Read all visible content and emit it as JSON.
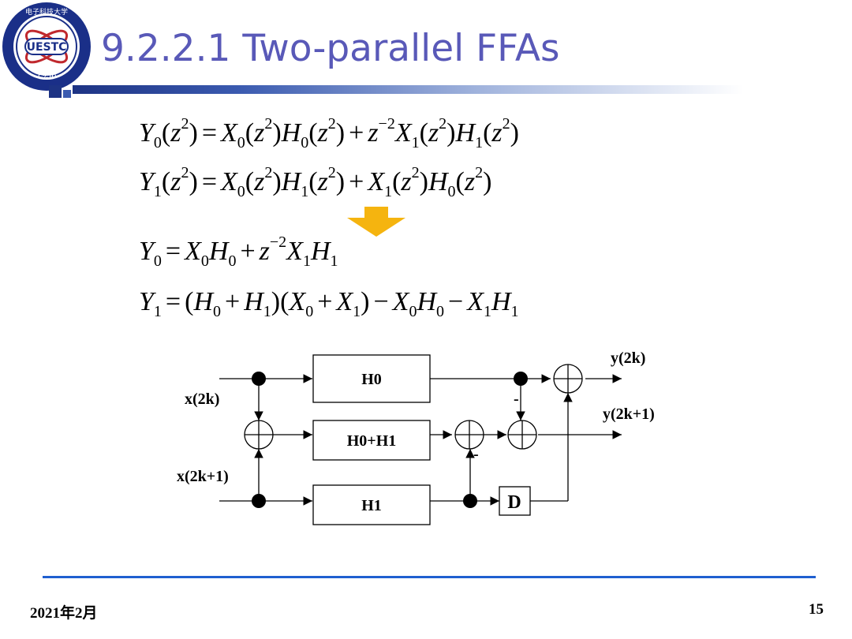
{
  "slide": {
    "title": "9.2.2.1 Two-parallel FFAs",
    "logo": {
      "badge_text": "UESTC",
      "year": "1956",
      "seal_text": "电子科技大学"
    },
    "footer": {
      "date": "2021年2月",
      "page": "15"
    }
  },
  "equations": {
    "eq1": {
      "y": "Y",
      "y_sub": "0",
      "arg": "(z",
      "arg_sup": "2",
      "rhs_a": "X",
      "rhs_a_sub": "0",
      "h_a": "H",
      "h_a_sub": "0",
      "z_neg": "z",
      "z_neg_sup": "−2",
      "rhs_b": "X",
      "rhs_b_sub": "1",
      "h_b": "H",
      "h_b_sub": "1"
    },
    "eq2": {
      "y": "Y",
      "y_sub": "1",
      "rhs_a": "X",
      "rhs_a_sub": "0",
      "h_a": "H",
      "h_a_sub": "1",
      "rhs_b": "X",
      "rhs_b_sub": "1",
      "h_b": "H",
      "h_b_sub": "0"
    },
    "eq3": {
      "y": "Y",
      "y_sub": "0"
    },
    "eq4": {
      "y": "Y",
      "y_sub": "1"
    }
  },
  "diagram": {
    "blocks": {
      "h0": "H0",
      "h0h1": "H0+H1",
      "h1": "H1",
      "delay": "D"
    },
    "inputs": {
      "even": "x(2k)",
      "odd": "x(2k+1)"
    },
    "outputs": {
      "even": "y(2k)",
      "odd": "y(2k+1)"
    },
    "minus_sign": "-"
  },
  "colors": {
    "title": "#5959b8",
    "arrow": "#f5b40f",
    "footer_line": "#1f5fd0"
  }
}
